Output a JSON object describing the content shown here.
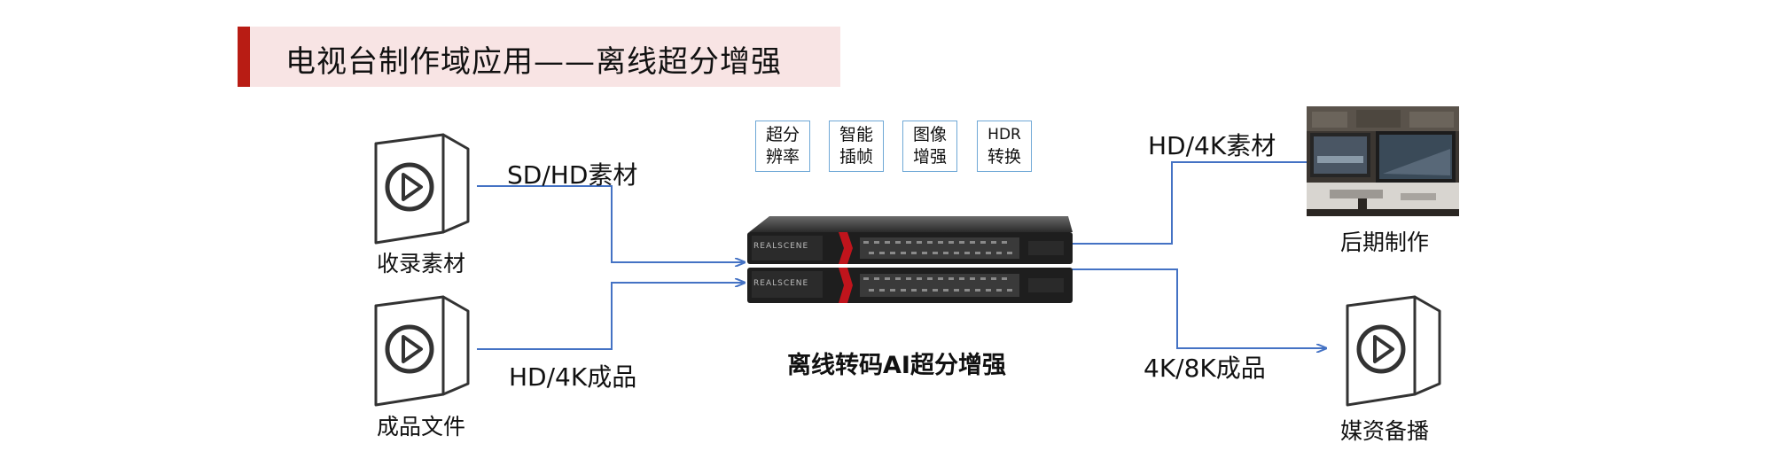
{
  "title": "电视台制作域应用——离线超分增强",
  "inputs": [
    {
      "label": "收录素材",
      "flow_label": "SD/HD素材"
    },
    {
      "label": "成品文件",
      "flow_label": "HD/4K成品"
    }
  ],
  "features": [
    {
      "line1": "超分",
      "line2": "辨率"
    },
    {
      "line1": "智能",
      "line2": "插帧"
    },
    {
      "line1": "图像",
      "line2": "增强"
    },
    {
      "line1": "HDR",
      "line2": "转换"
    }
  ],
  "device": {
    "label": "离线转码AI超分增强",
    "brand": "REALSCENE"
  },
  "outputs": [
    {
      "label": "后期制作",
      "flow_label": "HD/4K素材"
    },
    {
      "label": "媒资备播",
      "flow_label": "4K/8K成品"
    }
  ],
  "colors": {
    "accent": "#b81c14",
    "title_bg": "#f8e4e4",
    "arrow": "#4472c4",
    "box_border": "#6fa8d6"
  },
  "icons": [
    "video-file-icon",
    "server-unit",
    "editing-workstation-photo"
  ]
}
